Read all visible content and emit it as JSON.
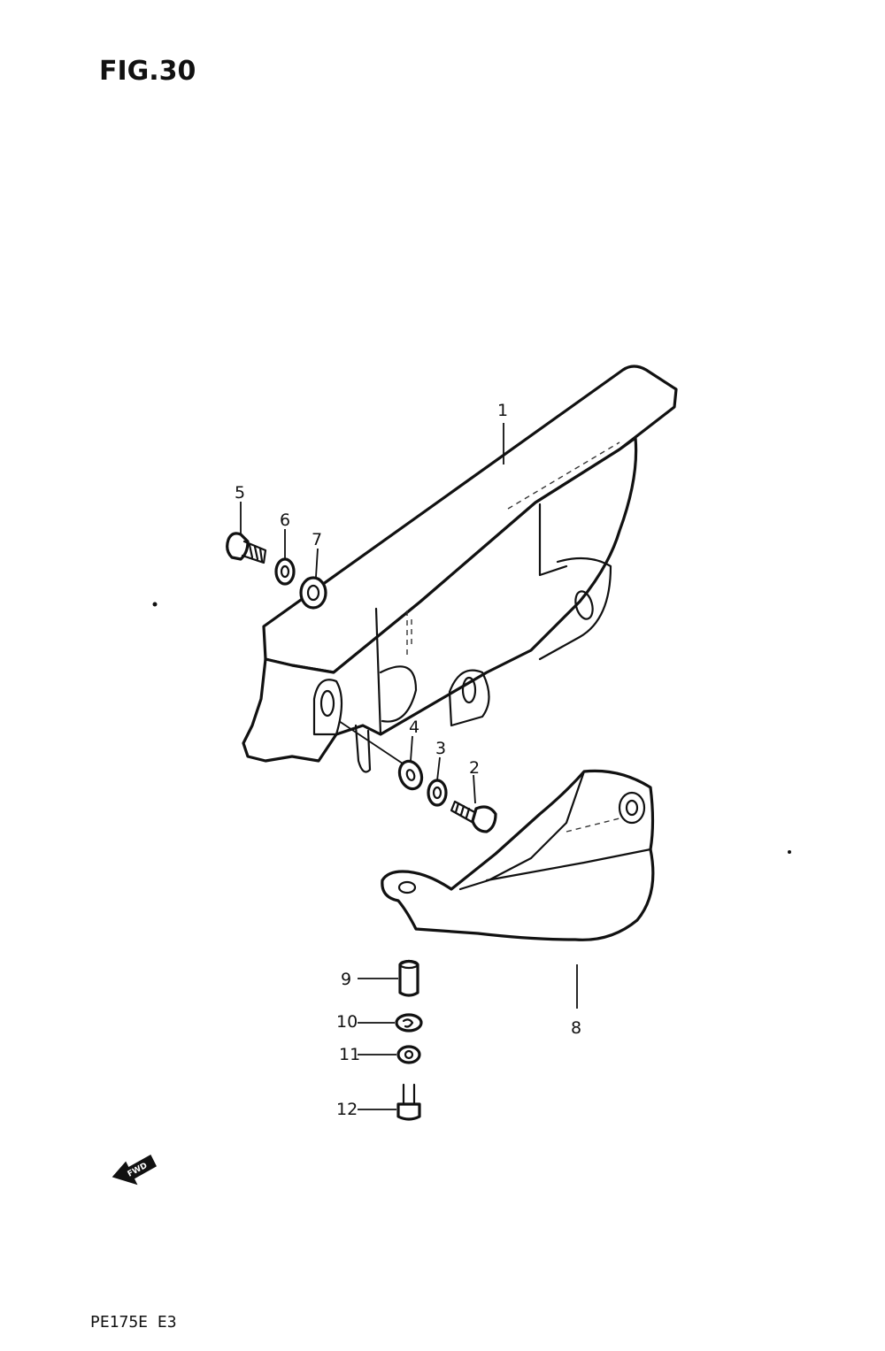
{
  "figure": {
    "title": "FIG.30",
    "footer_code": "PE175E E3",
    "direction_label": "FWD"
  },
  "callouts": [
    {
      "id": "c1",
      "number": "1"
    },
    {
      "id": "c2",
      "number": "2"
    },
    {
      "id": "c3",
      "number": "3"
    },
    {
      "id": "c4",
      "number": "4"
    },
    {
      "id": "c5",
      "number": "5"
    },
    {
      "id": "c6",
      "number": "6"
    },
    {
      "id": "c7",
      "number": "7"
    },
    {
      "id": "c8",
      "number": "8"
    },
    {
      "id": "c9",
      "number": "9"
    },
    {
      "id": "c10",
      "number": "10"
    },
    {
      "id": "c11",
      "number": "11"
    },
    {
      "id": "c12",
      "number": "12"
    }
  ],
  "colors": {
    "ink": "#111111",
    "paper": "#ffffff"
  }
}
